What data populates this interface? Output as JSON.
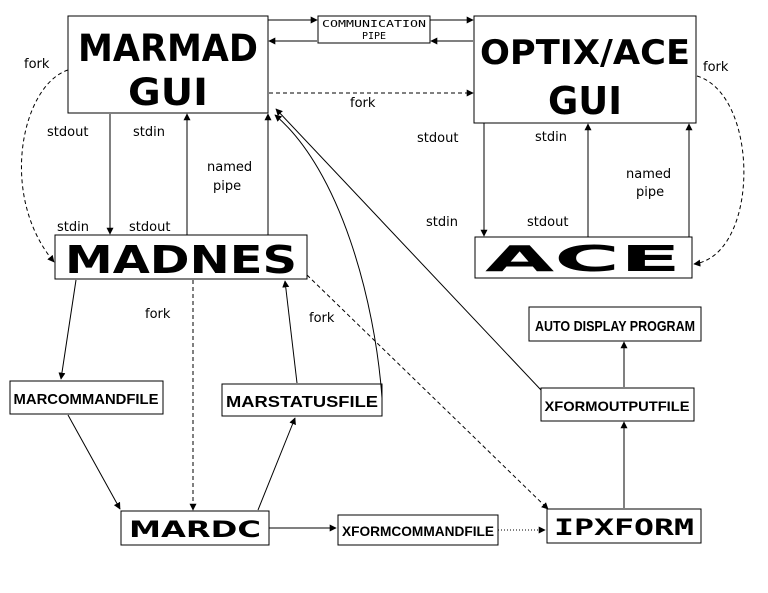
{
  "nodes": {
    "marmad_gui": [
      "MARMAD",
      "GUI"
    ],
    "optix_gui": [
      "OPTIX/ACE",
      "GUI"
    ],
    "comm_pipe": [
      "COMMUNICATION",
      "PIPE"
    ],
    "madnes": "MADNES",
    "ace": "ACE",
    "auto_display": "AUTO DISPLAY PROGRAM",
    "marcommandfile": "MARCOMMANDFILE",
    "marstatusfile": "MARSTATUSFILE",
    "xformoutputfile": "XFORMOUTPUTFILE",
    "mardc": "MARDC",
    "xformcommandfile": "XFORMCOMMANDFILE",
    "ipxform": "IPXFORM"
  },
  "labels": {
    "fork": "fork",
    "stdout": "stdout",
    "stdin": "stdin",
    "named": "named",
    "pipe": "pipe"
  }
}
